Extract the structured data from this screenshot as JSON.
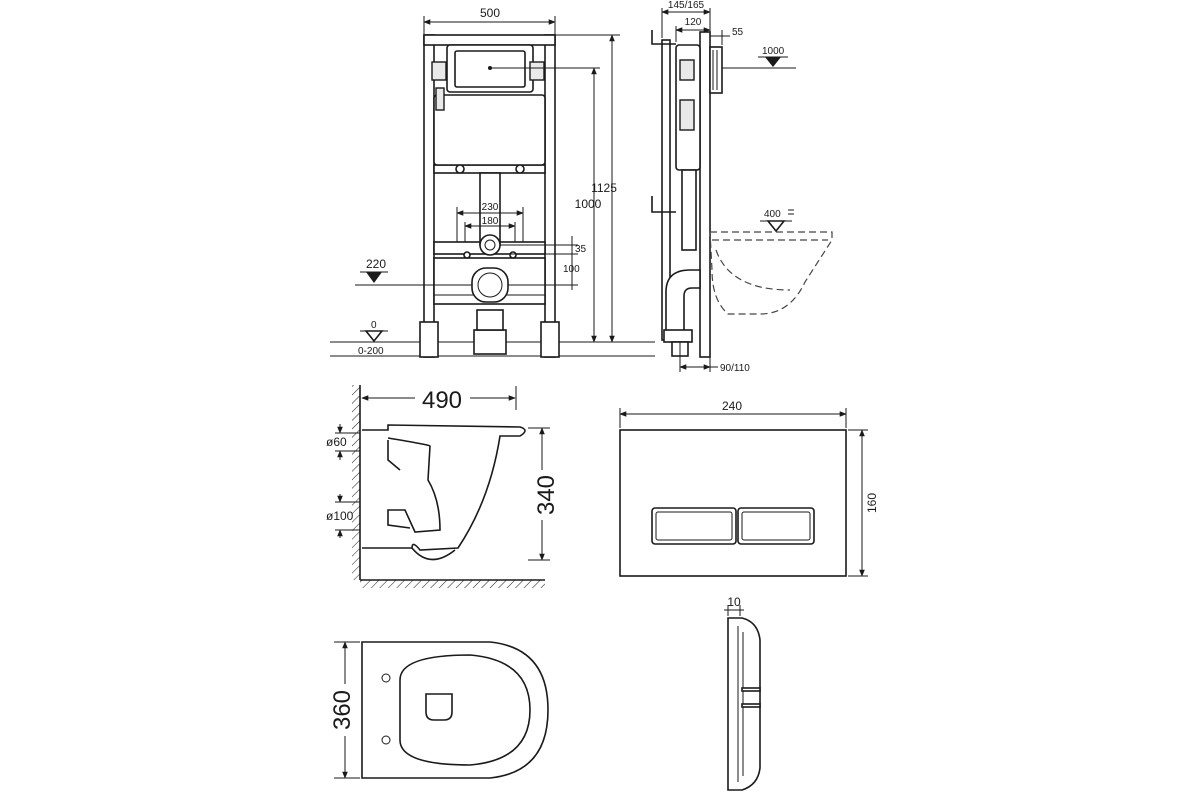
{
  "frame_front": {
    "width_label": "500",
    "height_total_label": "1125",
    "height_label": "1000",
    "pipe_spacing_outer": "230",
    "pipe_spacing_inner": "180",
    "offset_upper": "35",
    "offset_lower": "100",
    "drain_level": "220",
    "floor_level": "0",
    "floor_range": "0-200"
  },
  "frame_side": {
    "top_label": "145/165",
    "mid_label": "120",
    "depth_label": "55",
    "height_marker": "1000",
    "seat_marker": "400",
    "bottom_label": "90/110"
  },
  "toilet_side": {
    "length_label": "490",
    "height_label": "340",
    "inlet_label": "ø60",
    "outlet_label": "ø100"
  },
  "flush_plate": {
    "width_label": "240",
    "height_label": "160",
    "thickness_label": "10"
  },
  "toilet_top": {
    "width_label": "360"
  }
}
